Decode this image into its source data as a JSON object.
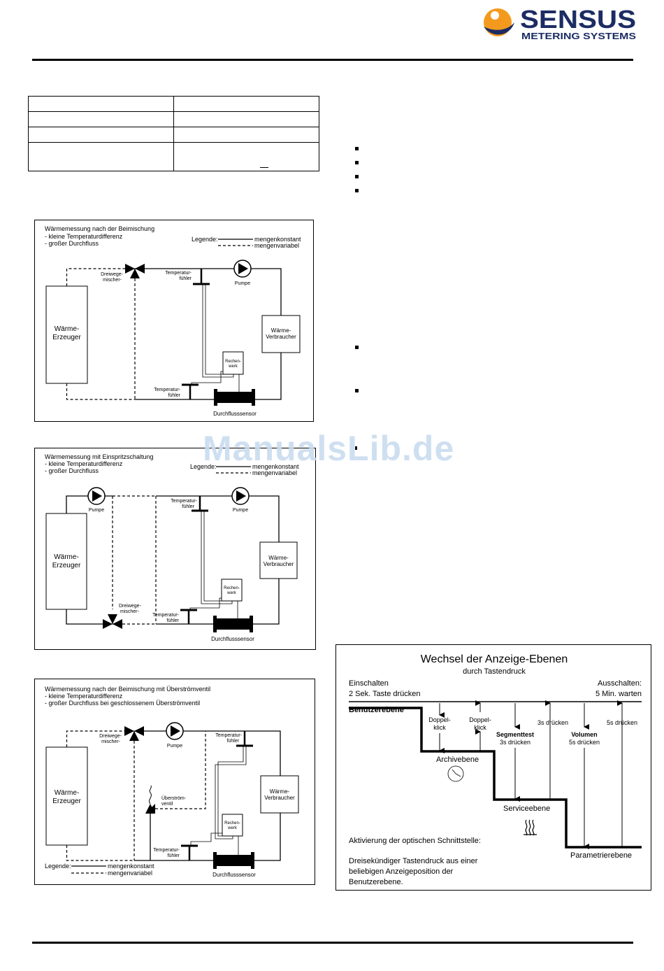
{
  "header": {
    "logo_brand": "SENSUS",
    "logo_tagline": "METERING SYSTEMS"
  },
  "watermark": "ManualsLib.de",
  "colors": {
    "logo_orange": "#f39a1e",
    "logo_navy": "#1c2c63",
    "watermark": "#c9dcef"
  },
  "diagram1": {
    "title": "Wärmemessung nach der Beimischung",
    "sub1": "- kleine  Temperaturdifferenz",
    "sub2": "- großer Durchfluss",
    "legend_label": "Legende:",
    "legend_const": "mengenkonstant",
    "legend_var": "mengenvariabel",
    "producer": [
      "Wärme-",
      "Erzeuger"
    ],
    "consumer": [
      "Wärme-",
      "Verbraucher"
    ],
    "calculator": [
      "Rechen-",
      "werk"
    ],
    "mixer": [
      "Dreiwege-",
      "mischer-"
    ],
    "sensor_top": [
      "Temperatur-",
      "fühler"
    ],
    "sensor_bottom": [
      "Temperatur-",
      "fühler"
    ],
    "pump": "Pumpe",
    "flow": "Durchflusssensor"
  },
  "diagram2": {
    "title": "Wärmemessung mit Einspritzschaltung",
    "sub1": "- kleine  Temperaturdifferenz",
    "sub2": "- großer Durchfluss",
    "legend_label": "Legende:",
    "legend_const": "mengenkonstant",
    "legend_var": "mengenvariabel",
    "producer": [
      "Wärme-",
      "Erzeuger"
    ],
    "consumer": [
      "Wärme-",
      "Verbraucher"
    ],
    "calculator": [
      "Rechen-",
      "werk"
    ],
    "mixer": [
      "Dreiwege-",
      "mischer-"
    ],
    "sensor_top": [
      "Temperatur-",
      "fühler"
    ],
    "sensor_bottom": [
      "Temperatur-",
      "fühler"
    ],
    "pump_left": "Pumpe",
    "pump_right": "Pumpe",
    "flow": "Durchflusssensor"
  },
  "diagram3": {
    "title": "Wärmemessung nach der Beimischung mit Überströmventil",
    "sub1": "- kleine  Temperaturdifferenz",
    "sub2": "- großer Durchfluss bei geschlossenem Überströmventil",
    "legend_label": "Legende:",
    "legend_const": "mengenkonstant",
    "legend_var": "mengenvariabel",
    "producer": [
      "Wärme-",
      "Erzeuger"
    ],
    "consumer": [
      "Wärme-",
      "Verbraucher"
    ],
    "calculator": [
      "Rechen-",
      "werk"
    ],
    "mixer": [
      "Dreiwege-",
      "mischer-"
    ],
    "valve": [
      "Überström-",
      "ventil"
    ],
    "sensor_top": [
      "Temperatur-",
      "fühler"
    ],
    "sensor_bottom": [
      "Temperatur-",
      "fühler"
    ],
    "pump": "Pumpe",
    "flow": "Durchflusssensor"
  },
  "levels": {
    "title": "Wechsel der Anzeige-Ebenen",
    "subtitle": "durch Tastendruck",
    "on_line1": "Einschalten",
    "on_line2": "2 Sek. Taste drücken",
    "off_line1": "Ausschalten:",
    "off_line2": "5 Min. warten",
    "level_user": "Benutzerebene",
    "level_archive": "Archivebene",
    "level_service": "Serviceebene",
    "level_param": "Parametrierebene",
    "dbl1": [
      "Doppel-",
      "klick"
    ],
    "dbl2": [
      "Doppel-",
      "klick"
    ],
    "segtest": "Segmenttest",
    "segtest_press": "3s drücken",
    "press3": "3s drücken",
    "volume": "Volumen",
    "volume_press": "5s drücken",
    "press5": "5s drücken",
    "optical_title": "Aktivierung der optischen Schnittstelle:",
    "optical_1": "Dreisekündiger Tastendruck aus einer",
    "optical_2": "beliebigen Anzeigeposition der",
    "optical_3": "Benutzerebene."
  }
}
